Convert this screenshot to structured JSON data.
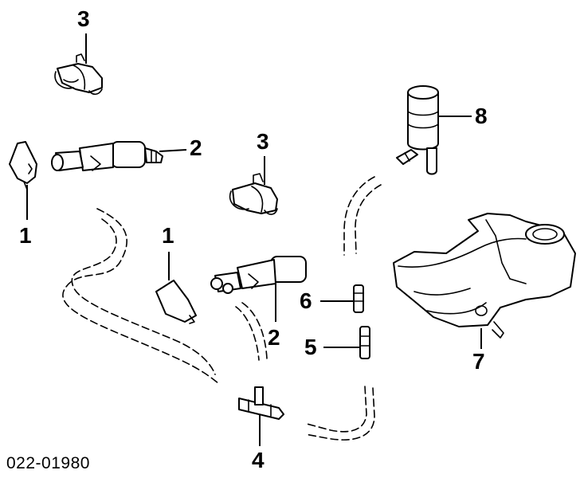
{
  "diagram": {
    "code": "022-01980",
    "callouts": {
      "c3a": "3",
      "c3b": "3",
      "c2a": "2",
      "c2b": "2",
      "c1a": "1",
      "c1b": "1",
      "c8": "8",
      "c6": "6",
      "c5": "5",
      "c7": "7",
      "c4": "4"
    }
  }
}
